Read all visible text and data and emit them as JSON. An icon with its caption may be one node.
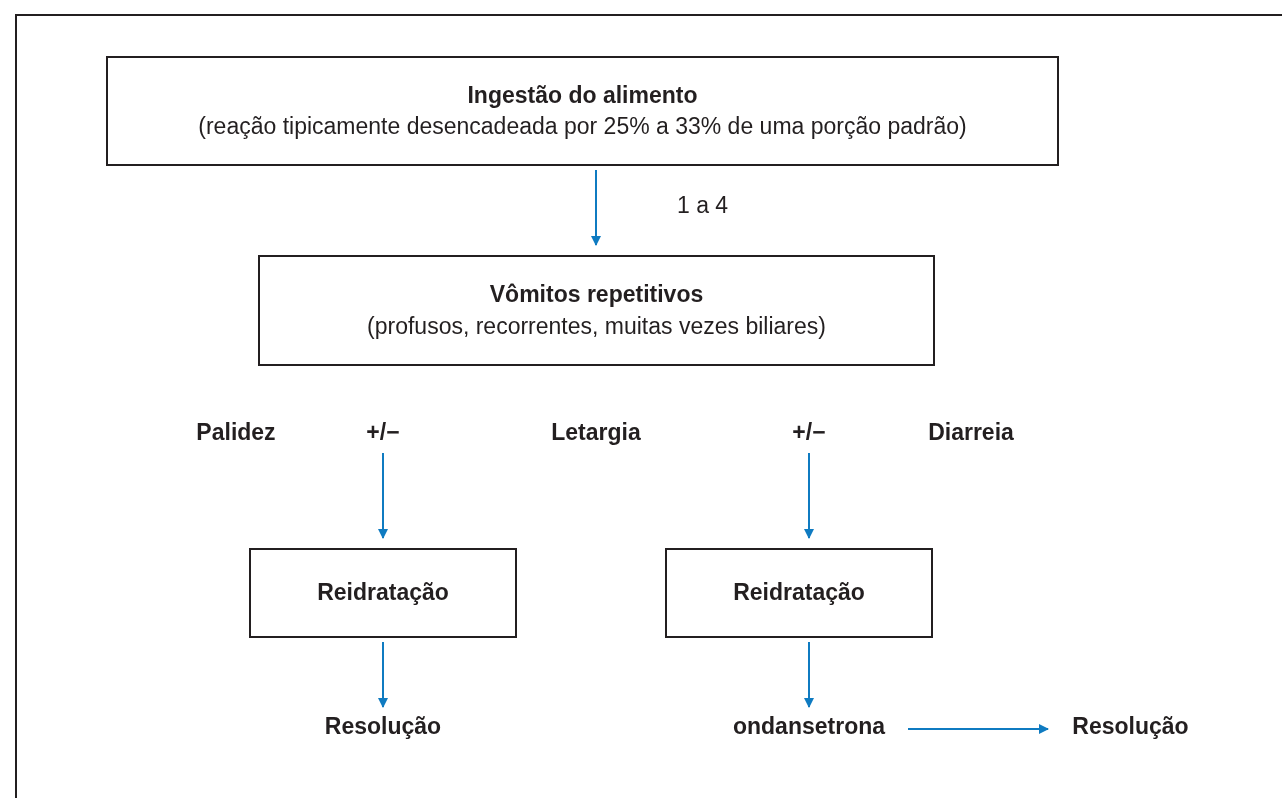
{
  "diagram": {
    "nodes": [
      {
        "text": [
          "Ingestão do alimento",
          "(reação tipicamente desencadeada por 25% a 33% de uma porção padrão)"
        ]
      },
      {
        "text": [
          "Vômitos repetitivos",
          "(profusos, recorrentes, muitas vezes biliares)"
        ]
      },
      {
        "text": [
          "Palidez"
        ]
      },
      {
        "text": [
          "+/−"
        ]
      },
      {
        "text": [
          "Letargia"
        ]
      },
      {
        "text": [
          "+/−"
        ]
      },
      {
        "text": [
          "Diarreia"
        ]
      },
      {
        "text": [
          "Reidratação"
        ]
      },
      {
        "text": [
          "Reidratação"
        ]
      },
      {
        "text": [
          "Resolução"
        ]
      },
      {
        "text": [
          "ondansetrona"
        ]
      },
      {
        "text": [
          "Resolução"
        ]
      }
    ],
    "edges": [
      {
        "from": 0,
        "to": 1,
        "arrow": "to",
        "label": "1 a 4"
      },
      {
        "from": 3,
        "to": 7,
        "arrow": "to"
      },
      {
        "from": 5,
        "to": 8,
        "arrow": "to"
      },
      {
        "from": 7,
        "to": 9,
        "arrow": "to"
      },
      {
        "from": 8,
        "to": 10,
        "arrow": "to"
      },
      {
        "from": 10,
        "to": 11,
        "arrow": "to"
      }
    ]
  }
}
